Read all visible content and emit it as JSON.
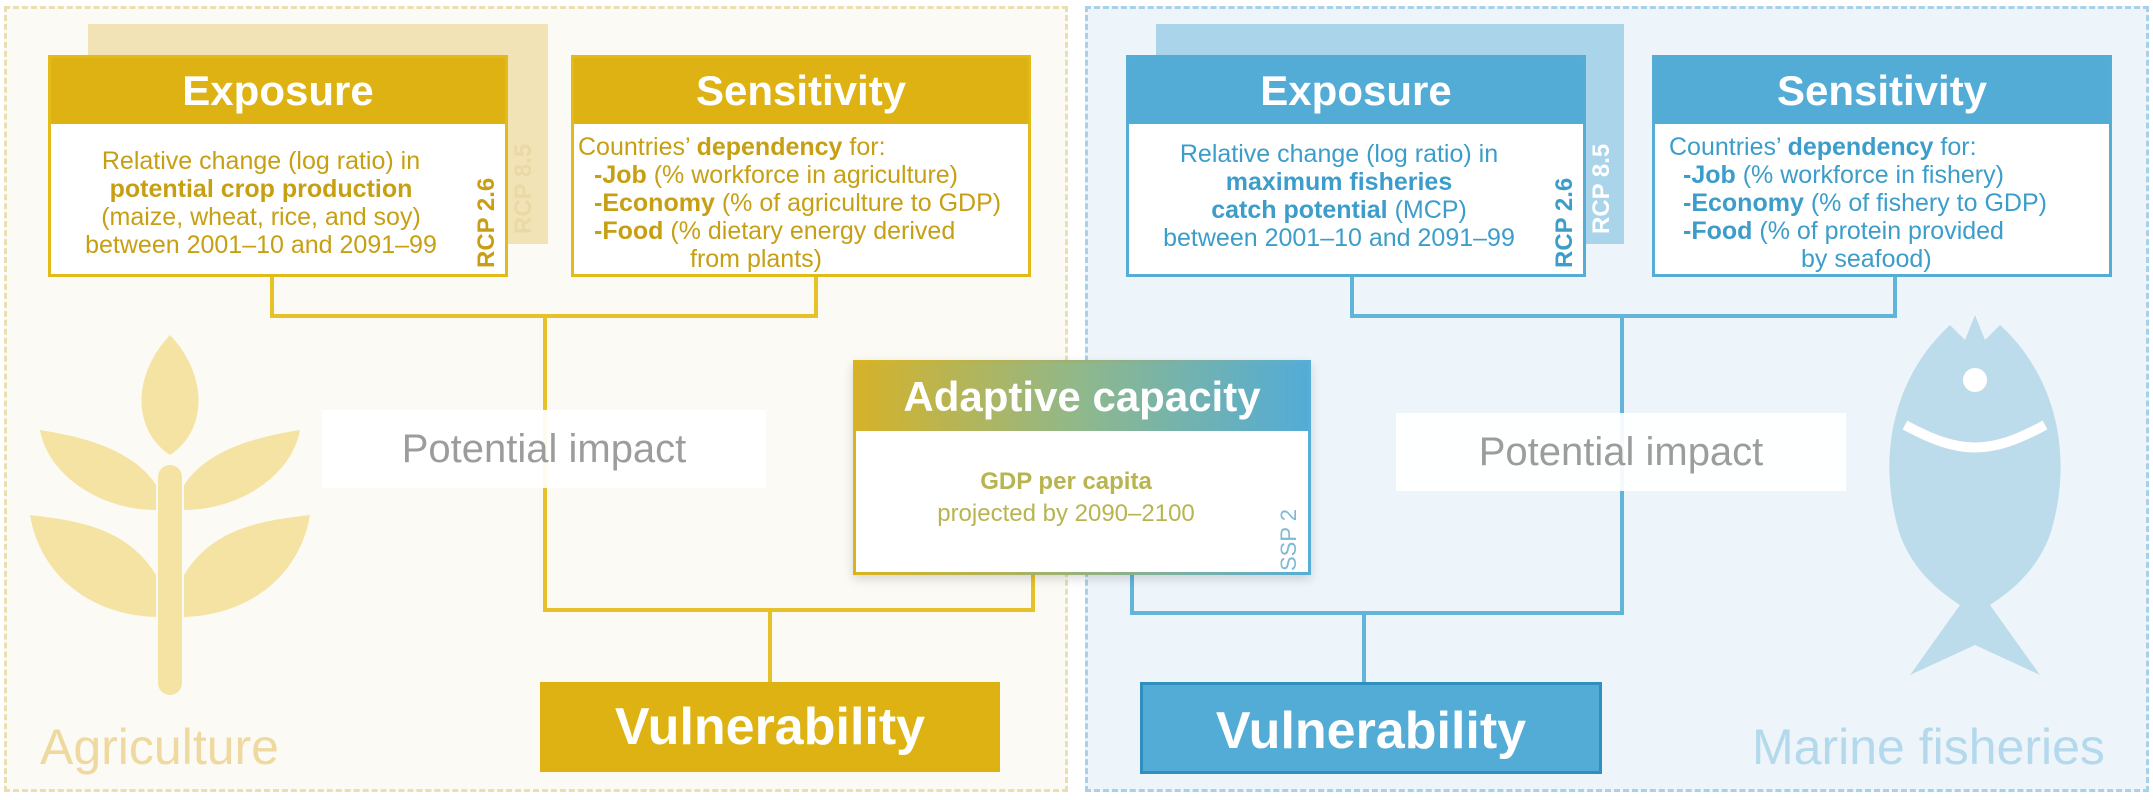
{
  "colors": {
    "agriculture": "#ddb212",
    "fisheries": "#53acd6",
    "agriculture_light": "#f2e3b6",
    "fisheries_light": "#a9d4ea"
  },
  "agriculture": {
    "sector_label": "Agriculture",
    "icon": "wheat-icon",
    "exposure": {
      "title": "Exposure",
      "line1": "Relative change (log ratio) in",
      "line2_bold": "potential crop production",
      "line3": "(maize, wheat, rice, and soy)",
      "line4": "between 2001–10 and 2091–99",
      "rcp_front": "RCP 2.6",
      "rcp_back": "RCP 8.5"
    },
    "sensitivity": {
      "title": "Sensitivity",
      "intro": "Countries’",
      "intro_bold": "dependency",
      "intro_end": "for:",
      "job_label": "-Job",
      "job_text": "(% workforce in agriculture)",
      "economy_label": "-Economy",
      "economy_text": "(% of agriculture to GDP)",
      "food_label": "-Food",
      "food_text": "(% dietary energy derived",
      "food_text2": "from plants)"
    },
    "potential_impact": "Potential impact",
    "vulnerability": "Vulnerability"
  },
  "adaptive_capacity": {
    "title": "Adaptive capacity",
    "line1_bold": "GDP per capita",
    "line2": "projected by 2090–2100",
    "ssp": "SSP 2"
  },
  "fisheries": {
    "sector_label": "Marine fisheries",
    "icon": "fish-icon",
    "exposure": {
      "title": "Exposure",
      "line1": "Relative change (log ratio) in",
      "line2_bold": "maximum fisheries",
      "line3_bold": "catch potential",
      "line3_end": "(MCP)",
      "line4": "between 2001–10 and 2091–99",
      "rcp_front": "RCP 2.6",
      "rcp_back": "RCP 8.5"
    },
    "sensitivity": {
      "title": "Sensitivity",
      "intro": "Countries’",
      "intro_bold": "dependency",
      "intro_end": "for:",
      "job_label": "-Job",
      "job_text": "(% workforce in fishery)",
      "economy_label": "-Economy",
      "economy_text": "(% of fishery to GDP)",
      "food_label": "-Food",
      "food_text": "(% of protein provided",
      "food_text2": "by seafood)"
    },
    "potential_impact": "Potential impact",
    "vulnerability": "Vulnerability"
  }
}
